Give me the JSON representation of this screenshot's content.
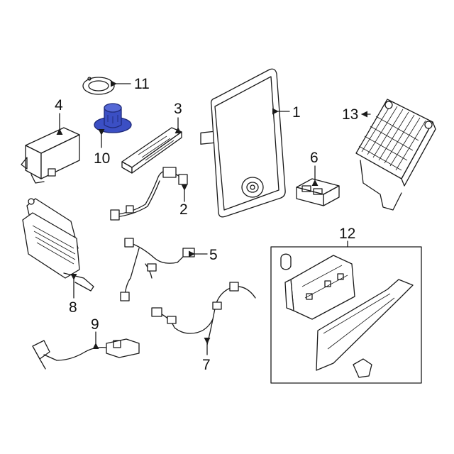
{
  "diagram": {
    "callouts": [
      {
        "id": "1",
        "label": "1"
      },
      {
        "id": "2",
        "label": "2"
      },
      {
        "id": "3",
        "label": "3"
      },
      {
        "id": "4",
        "label": "4"
      },
      {
        "id": "5",
        "label": "5"
      },
      {
        "id": "6",
        "label": "6"
      },
      {
        "id": "7",
        "label": "7"
      },
      {
        "id": "8",
        "label": "8"
      },
      {
        "id": "9",
        "label": "9"
      },
      {
        "id": "10",
        "label": "10"
      },
      {
        "id": "11",
        "label": "11"
      },
      {
        "id": "12",
        "label": "12"
      },
      {
        "id": "13",
        "label": "13"
      }
    ],
    "highlight_part": "10",
    "colors": {
      "highlight": "#3b4fc4",
      "highlight_dark": "#1f2a7a",
      "line": "#1a1a1a",
      "background": "#ffffff"
    }
  }
}
